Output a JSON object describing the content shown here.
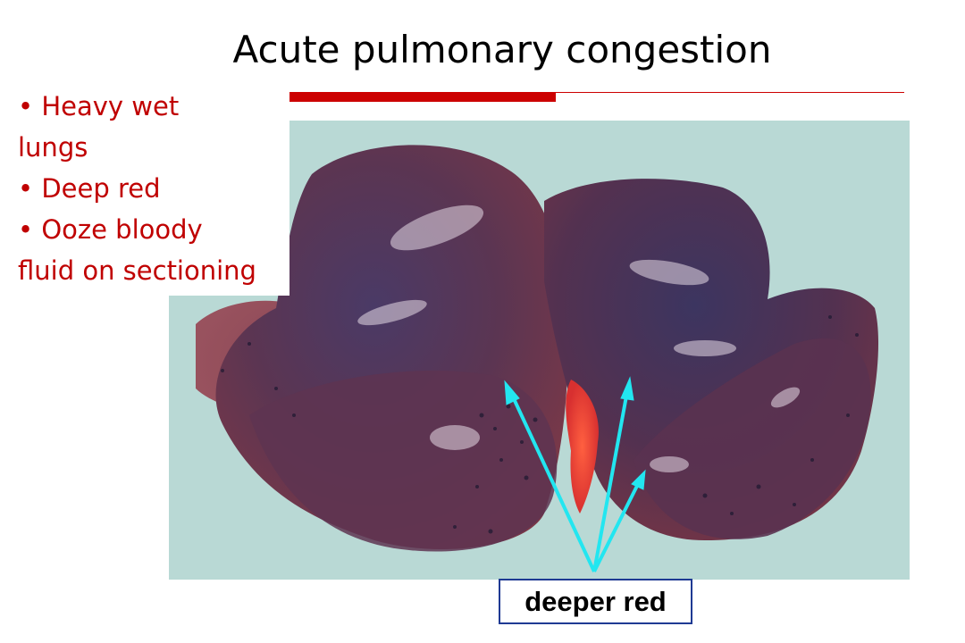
{
  "slide": {
    "title": "Acute pulmonary congestion",
    "bullets": [
      "• Heavy wet",
      "lungs",
      "• Deep red",
      "• Ooze bloody",
      "fluid on sectioning"
    ],
    "arrow_label": "deeper red"
  },
  "colors": {
    "accent_red": "#cc0000",
    "bullet_text": "#c00000",
    "photo_background": "#b9d9d5",
    "arrow": "#22e6f0",
    "label_border": "#1f3a93"
  }
}
